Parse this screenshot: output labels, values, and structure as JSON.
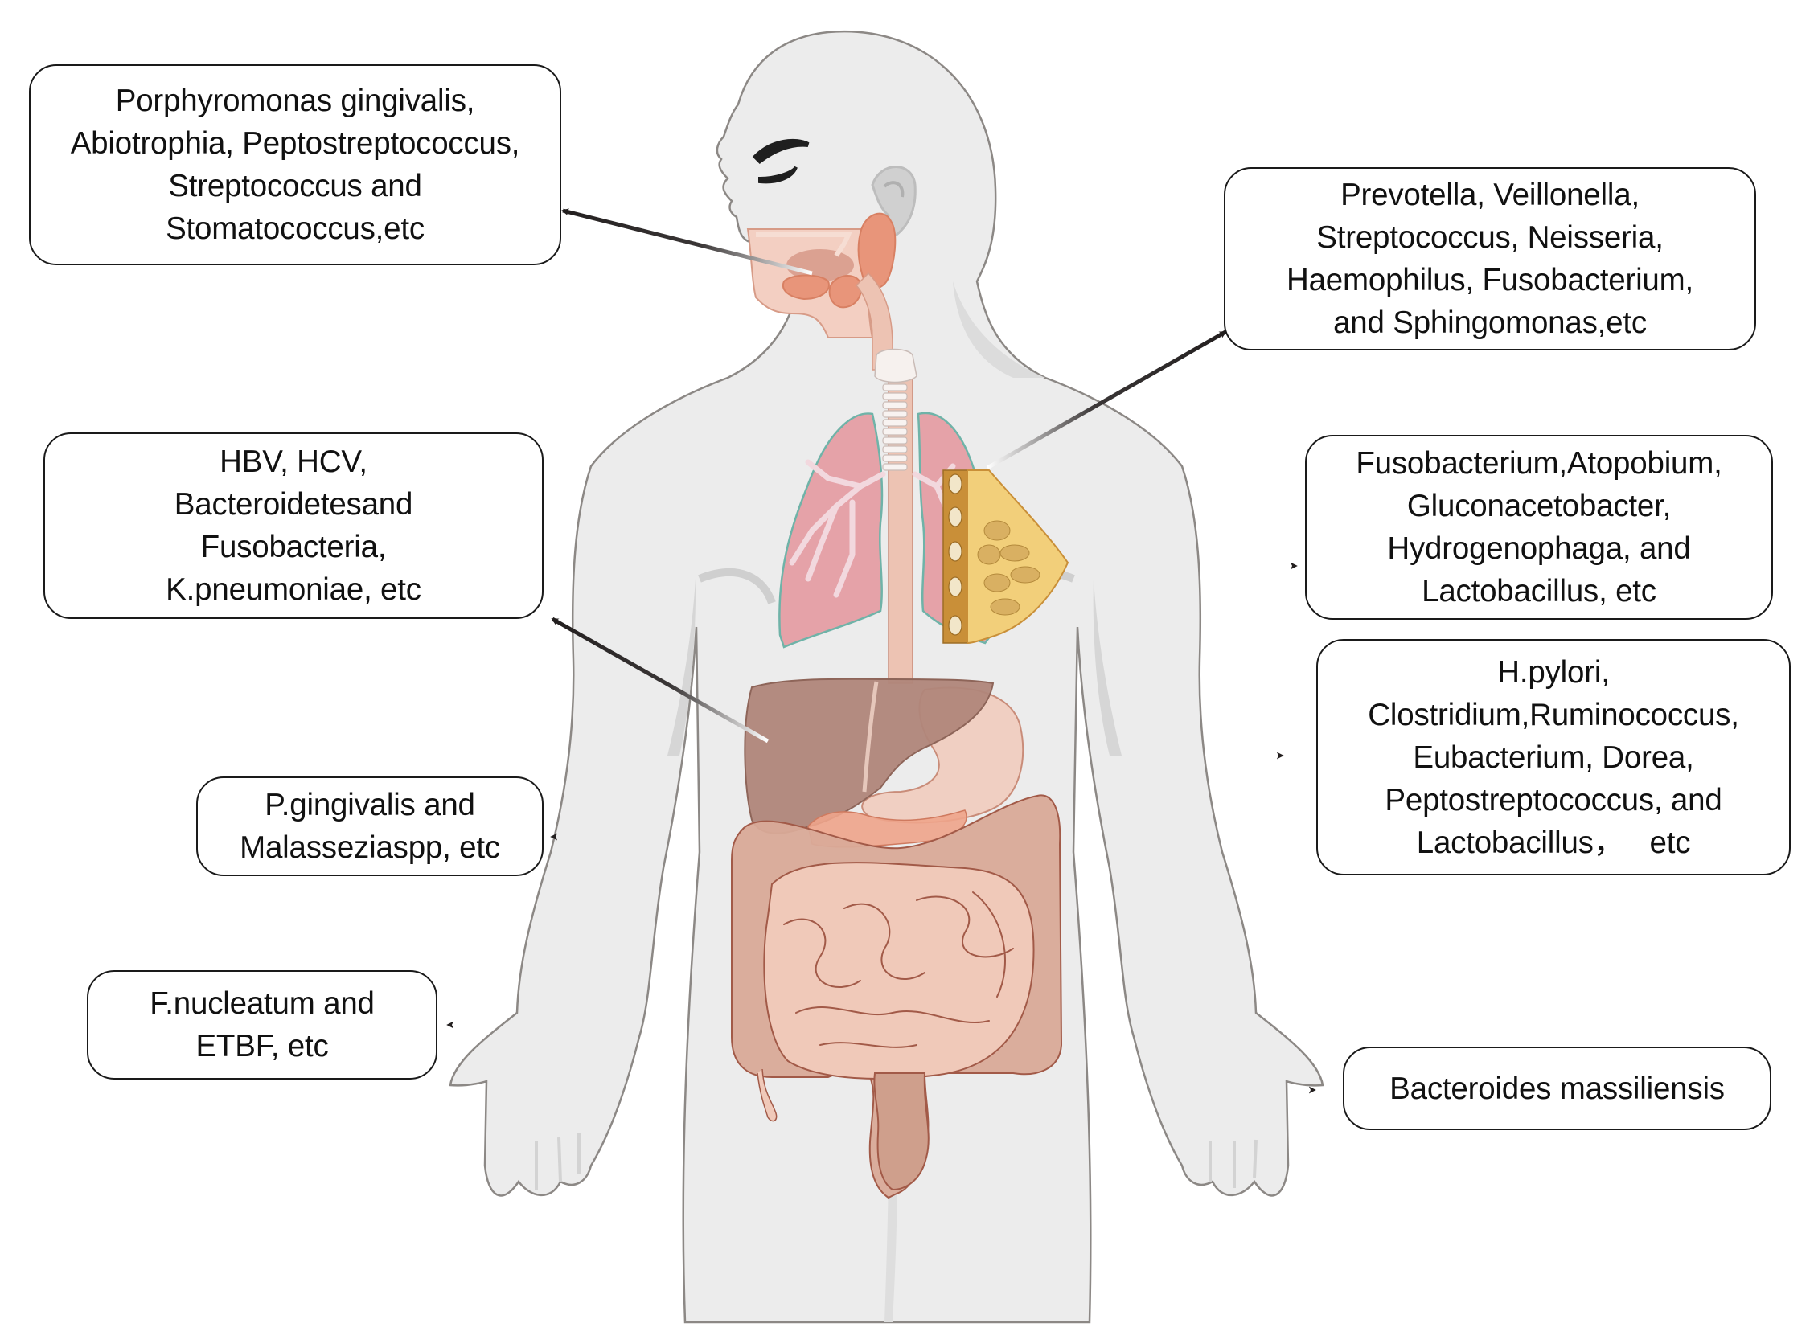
{
  "figure": {
    "subject": "Human body anatomical illustration with organ-associated microbiota",
    "colors": {
      "body_fill": "#ececec",
      "body_shade": "#d9d9d9",
      "body_outline": "#8c8885",
      "arrow": "#231f1f",
      "box_border": "#1a1a1a",
      "text": "#111111",
      "oral_tissue": "#f2c7b8",
      "salivary_gland": "#e8957a",
      "lung": "#e5a2a8",
      "lung_outline": "#6fb3a8",
      "trachea": "#f4ece8",
      "esophagus": "#edc3b3",
      "breast_fat": "#f2cf7a",
      "breast_lobule": "#d9b062",
      "breast_muscle": "#c98f38",
      "liver": "#b0867a",
      "stomach": "#f0cfc2",
      "pancreas": "#eea48b",
      "large_intestine": "#d9aa98",
      "small_intestine": "#f0c9b9",
      "intestine_outline": "#a25a48"
    }
  },
  "labels": [
    {
      "id": "oral",
      "organ": "Oral cavity",
      "lines": [
        "Porphyromonas gingivalis,",
        "Abiotrophia, Peptostreptococcus,",
        "Streptococcus and",
        "Stomatococcus,etc"
      ]
    },
    {
      "id": "lung",
      "organ": "Lung",
      "lines": [
        "Prevotella, Veillonella,",
        "Streptococcus, Neisseria,",
        "Haemophilus, Fusobacterium,",
        "and Sphingomonas,etc"
      ]
    },
    {
      "id": "liver",
      "organ": "Liver",
      "lines": [
        "HBV, HCV,",
        "Bacteroidetesand",
        "Fusobacteria,",
        "K.pneumoniae, etc"
      ]
    },
    {
      "id": "breast",
      "organ": "Breast",
      "lines": [
        "Fusobacterium,Atopobium,",
        "Gluconacetobacter,",
        "Hydrogenophaga, and",
        "Lactobacillus, etc"
      ]
    },
    {
      "id": "stomach",
      "organ": "Stomach",
      "lines": [
        "H.pylori,",
        "Clostridium,Ruminococcus,",
        "Eubacterium, Dorea,",
        "Peptostreptococcus, and",
        "Lactobacillus，   etc"
      ]
    },
    {
      "id": "pancreas",
      "organ": "Pancreas",
      "lines": [
        "P.gingivalis and",
        "Malasseziaspp, etc"
      ]
    },
    {
      "id": "colon",
      "organ": "Colon",
      "lines": [
        "F.nucleatum and",
        "ETBF, etc"
      ]
    },
    {
      "id": "rectum",
      "organ": "Sigmoid colon / rectum",
      "lines": [
        "Bacteroides massiliensis"
      ]
    }
  ]
}
